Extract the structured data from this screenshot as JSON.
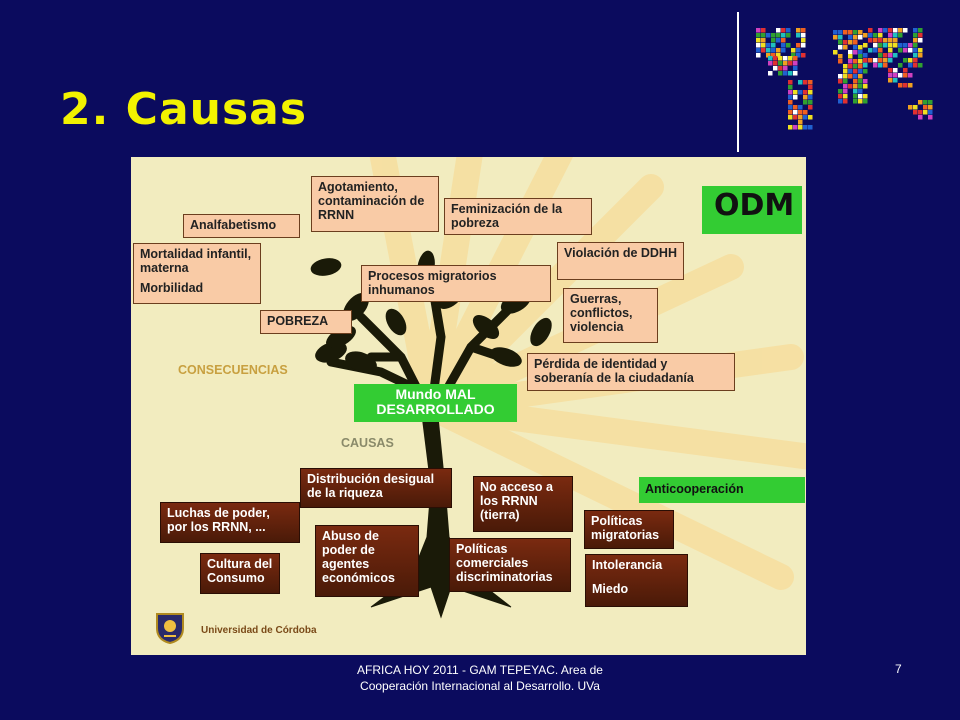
{
  "slide": {
    "title": "2. Causas",
    "footer": "AFRICA HOY 2011 - GAM TEPEYAC. Area de Cooperación Internacional al Desarrollo. UVa",
    "page_number": "7"
  },
  "diagram": {
    "odm": "ODM",
    "center": "Mundo MAL DESARROLLADO",
    "consecuencias_label": "CONSECUENCIAS",
    "causas_label": "CAUSAS",
    "anticooperacion": "Anticooperación",
    "university": "Universidad de Córdoba",
    "consequences": [
      "Agotamiento, contaminación de RRNN",
      "Analfabetismo",
      "Feminización de la pobreza",
      "Mortalidad infantil, materna",
      "Morbilidad",
      "Violación de DDHH",
      "Procesos migratorios inhumanos",
      "Guerras, conflictos, violencia",
      "POBREZA",
      "Pérdida de identidad y soberanía de la ciudadanía"
    ],
    "causes": [
      "Distribución desigual de la riqueza",
      "No acceso a los RRNN (tierra)",
      "Luchas de poder, por los RRNN, ...",
      "Políticas migratorias",
      "Abuso de poder de agentes económicos",
      "Políticas comerciales discriminatorias",
      "Cultura del Consumo",
      "Intolerancia",
      "Miedo"
    ]
  },
  "colors": {
    "background": "#0b0b5e",
    "title": "#f2f200",
    "green": "#33cc33",
    "peach": "#f9cba6",
    "brown": "#5a1e0a"
  }
}
